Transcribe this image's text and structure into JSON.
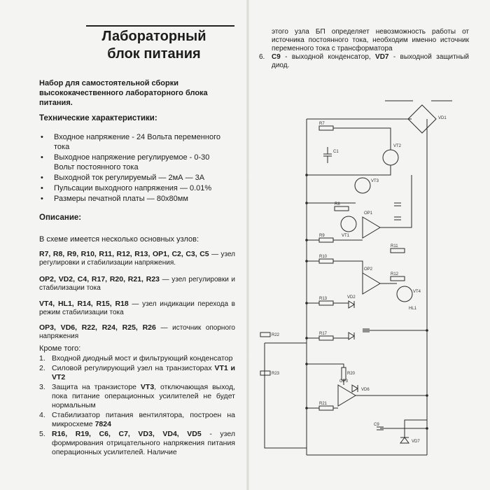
{
  "title_line1": "Лабораторный",
  "title_line2": "блок питания",
  "intro": "Набор для самостоятельной сборки высококачественного лабораторного блока питания.",
  "specs_heading": "Технические характеристики:",
  "specs": [
    "Входное напряжение - 24 Вольта переменного тока",
    "Выходное напряжение регулируемое - 0-30 Вольт постоянного тока",
    "Выходной ток регулируемый — 2мА — 3А",
    "Пульсации выходного напряжения — 0.01%",
    "Размеры печатной платы — 80x80мм"
  ],
  "bullet": "•",
  "desc_heading": "Описание:",
  "desc_intro": "В схеме имеется несколько основных узлов:",
  "nodes": [
    {
      "parts": "R7, R8, R9, R10, R11, R12, R13, OP1, C2, C3, C5",
      "text": " — узел регулировки и стабилизации напряжения."
    },
    {
      "parts": "OP2, VD2, C4, R17, R20, R21, R23",
      "text": " — узел регулировки и стабилизации тока"
    },
    {
      "parts": "VT4, HL1, R14, R15, R18",
      "text": " — узел индикации перехода в режим стабилизации тока"
    },
    {
      "parts": "OP3, VD6, R22, R24, R25, R26",
      "text": " — источник опорного напряжения"
    }
  ],
  "extra_heading": "Кроме того:",
  "list": [
    {
      "num": "1.",
      "html_a": "Входной диодный мост и фильтрующий конденсатор",
      "bold": "",
      "html_b": ""
    },
    {
      "num": "2.",
      "html_a": "Силовой регулирующий узел на транзисторах ",
      "bold": "VT1 и VT2",
      "html_b": ""
    },
    {
      "num": "3.",
      "html_a": "Защита на транзисторе ",
      "bold": "VT3",
      "html_b": ", отключающая выход, пока питание операционных усилителей не будет нормальным"
    },
    {
      "num": "4.",
      "html_a": "Стабилизатор питания вентилятора, построен на микросхеме ",
      "bold": "7824",
      "html_b": ""
    },
    {
      "num": "5.",
      "html_a": "",
      "bold": "R16, R19, C6, C7, VD3, VD4, VD5",
      "html_b": " - узел формирования отрицательного напряжения питания операционных усилителей. Наличие"
    }
  ],
  "right_list": [
    {
      "num": "",
      "text_a": "этого узла БП определяет невозможность работы от источника постоянного тока, необходим именно источник переменного тока с трансформатора",
      "bold1": "",
      "text_b": "",
      "bold2": "",
      "text_c": ""
    },
    {
      "num": "6.",
      "text_a": "",
      "bold1": "C9",
      "text_b": " - выходной конденсатор, ",
      "bold2": "VD7",
      "text_c": " - выходной защитный диод."
    }
  ],
  "schematic_labels": {
    "vt1": "VT1",
    "vt2": "VT2",
    "vt3": "VT3",
    "vt4": "VT4",
    "vd1": "VD1",
    "vd2": "VD2",
    "vd6": "VD6",
    "vd7": "VD7",
    "op1": "OP1",
    "op2": "OP2",
    "op3": "OP3",
    "c1": "C1",
    "c9": "C9",
    "r7": "R7",
    "r8": "R8",
    "r9": "R9",
    "r10": "R10",
    "r11": "R11",
    "r12": "R12",
    "r13": "R13",
    "r17": "R17",
    "r20": "R20",
    "r21": "R21",
    "r22": "R22",
    "r23": "R23",
    "hl1": "HL1"
  }
}
